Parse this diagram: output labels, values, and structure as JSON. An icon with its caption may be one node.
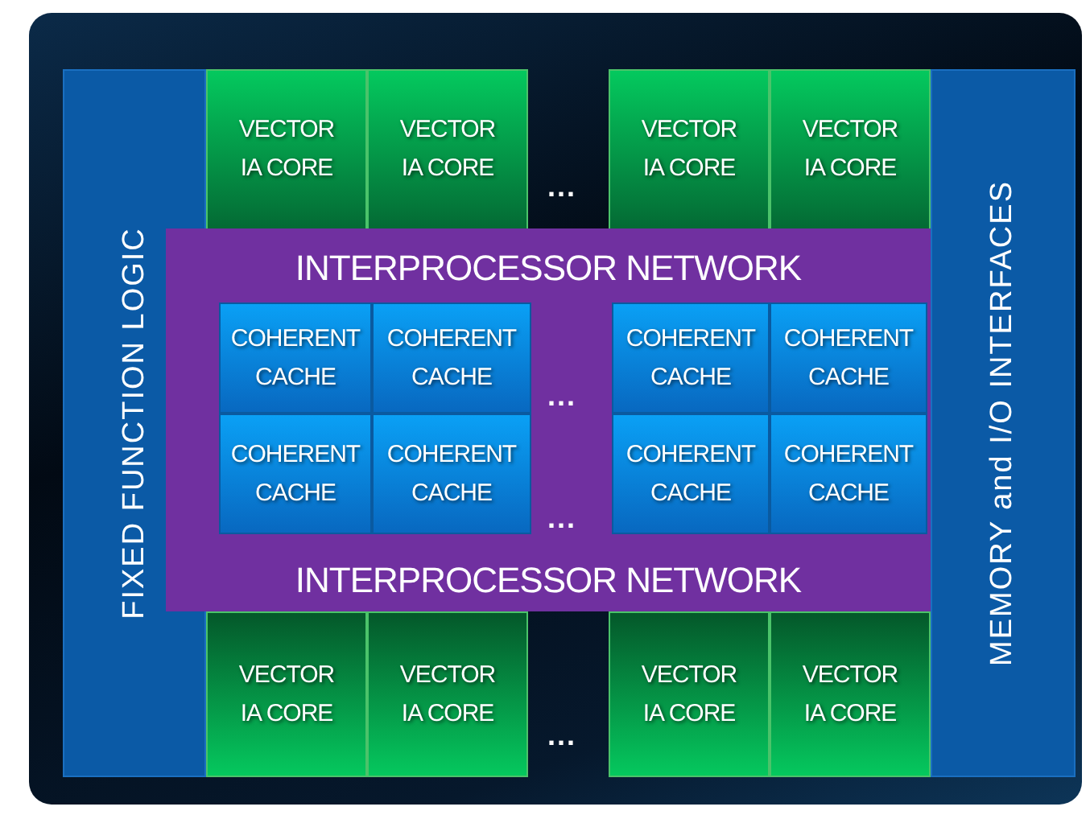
{
  "diagram": {
    "nodes": [
      {
        "text": [
          "FIXED FUNCTION LOGIC"
        ]
      },
      {
        "text": [
          "VECTOR IA CORE"
        ]
      },
      {
        "text": [
          "VECTOR IA CORE"
        ]
      },
      {
        "text": [
          "VECTOR IA CORE"
        ]
      },
      {
        "text": [
          "VECTOR IA CORE"
        ]
      },
      {
        "text": [
          "INTERPROCESSOR NETWORK",
          "INTERPROCESSOR NETWORK"
        ]
      },
      {
        "text": [
          "COHERENT CACHE"
        ],
        "in": 5
      },
      {
        "text": [
          "COHERENT CACHE"
        ],
        "in": 5
      },
      {
        "text": [
          "COHERENT CACHE"
        ],
        "in": 5
      },
      {
        "text": [
          "COHERENT CACHE"
        ],
        "in": 5
      },
      {
        "text": [
          "COHERENT CACHE"
        ],
        "in": 5
      },
      {
        "text": [
          "COHERENT CACHE"
        ],
        "in": 5
      },
      {
        "text": [
          "COHERENT CACHE"
        ],
        "in": 5
      },
      {
        "text": [
          "COHERENT CACHE"
        ],
        "in": 5
      },
      {
        "text": [
          "VECTOR IA CORE"
        ]
      },
      {
        "text": [
          "VECTOR IA CORE"
        ]
      },
      {
        "text": [
          "VECTOR IA CORE"
        ]
      },
      {
        "text": [
          "VECTOR IA CORE"
        ]
      },
      {
        "text": [
          "MEMORY and I/O INTERFACES"
        ]
      }
    ],
    "labels": [
      "...",
      "...",
      "...",
      "..."
    ]
  }
}
